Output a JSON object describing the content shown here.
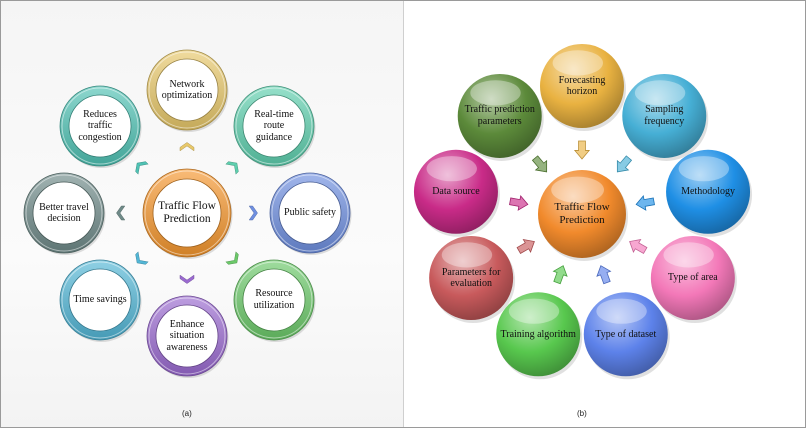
{
  "panel_a": {
    "caption": "(a)",
    "center": {
      "text": "Traffic Flow\nPrediction",
      "color": "#f5962e"
    },
    "nodes": [
      {
        "text": "Network\noptimization",
        "color": "#e8c86a"
      },
      {
        "text": "Real-time\nroute\nguidance",
        "color": "#5ecfae"
      },
      {
        "text": "Public safety",
        "color": "#6f8fe0"
      },
      {
        "text": "Resource\nutilization",
        "color": "#6cc96a"
      },
      {
        "text": "Enhance\nsituation\nawareness",
        "color": "#9a6ad0"
      },
      {
        "text": "Time savings",
        "color": "#52b6d6"
      },
      {
        "text": "Better travel\ndecision",
        "color": "#6f8a88"
      },
      {
        "text": "Reduces\ntraffic\ncongestion",
        "color": "#4fc2b4"
      }
    ]
  },
  "panel_b": {
    "caption": "(b)",
    "center": {
      "text": "Traffic Flow\nPrediction",
      "color": "#f18a2c"
    },
    "nodes": [
      {
        "text": "Forecasting horizon",
        "color": "#e9b241"
      },
      {
        "text": "Sampling frequency",
        "color": "#46afd5"
      },
      {
        "text": "Methodology",
        "color": "#1f8fe5"
      },
      {
        "text": "Type of area",
        "color": "#f378b8"
      },
      {
        "text": "Type of dataset",
        "color": "#5d82ea"
      },
      {
        "text": "Training algorithm",
        "color": "#58c84e"
      },
      {
        "text": "Parameters for\nevaluation",
        "color": "#c85a5c"
      },
      {
        "text": "Data source",
        "color": "#c92b88"
      },
      {
        "text": "Traffic prediction\nparameters",
        "color": "#5c8a3a"
      }
    ]
  }
}
